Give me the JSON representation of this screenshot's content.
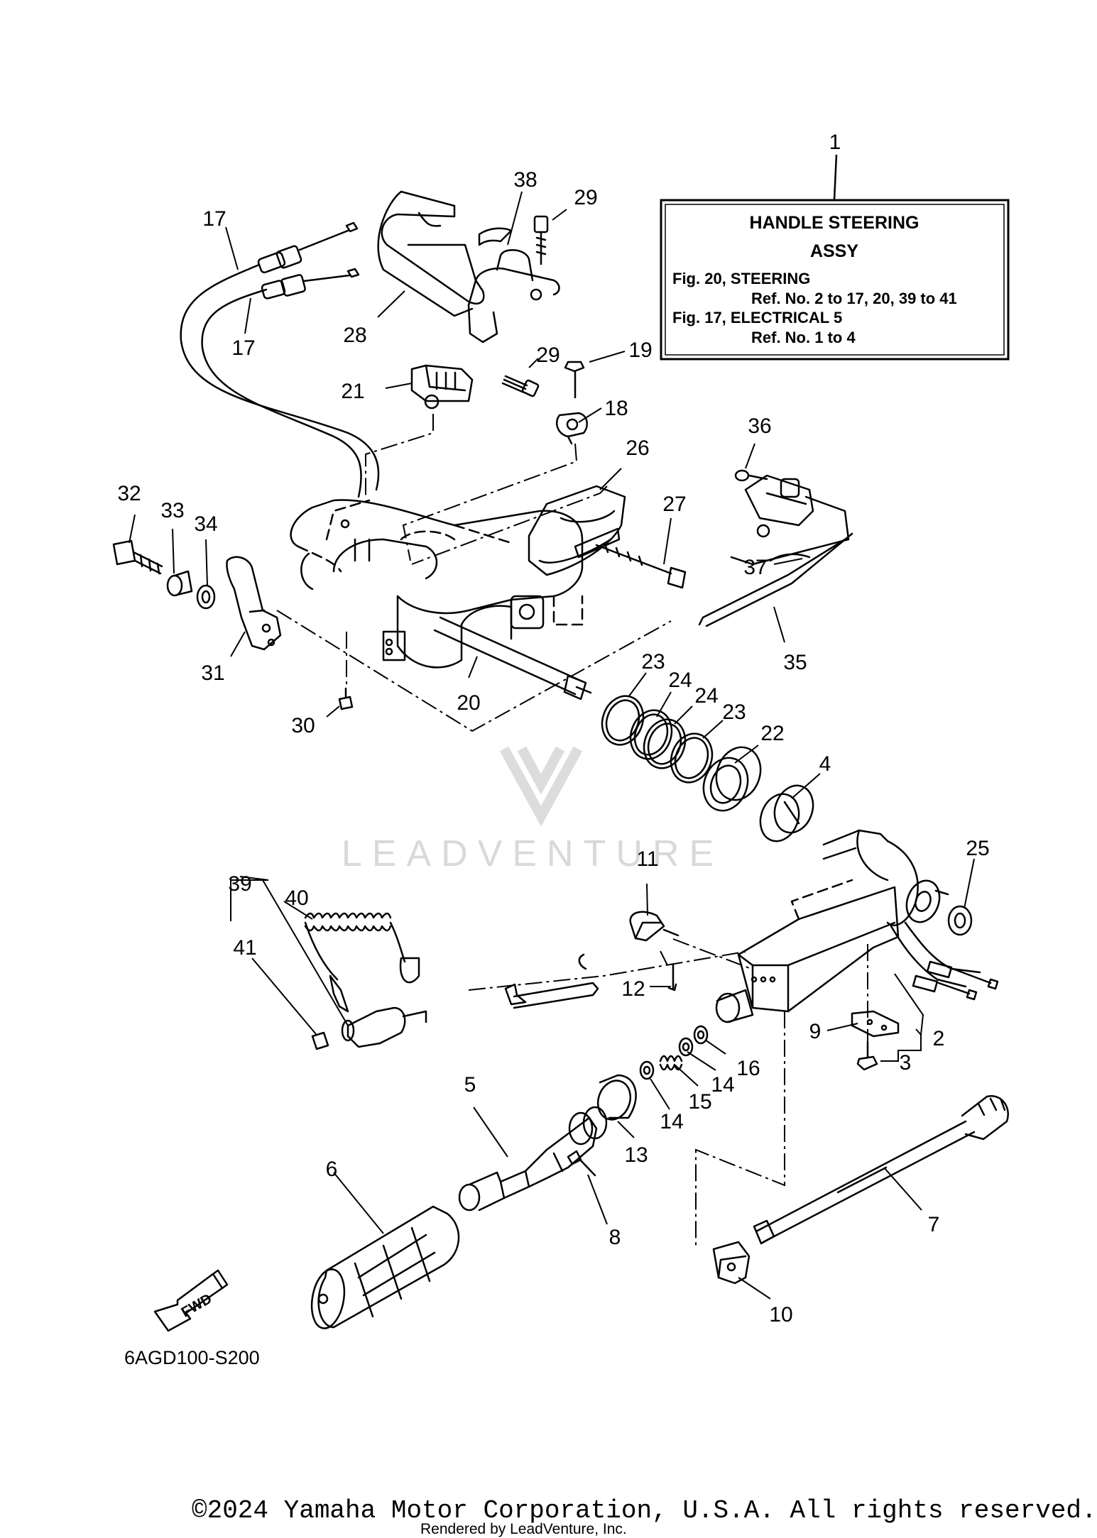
{
  "infobox": {
    "callout_number": "1",
    "title_line1": "HANDLE STEERING",
    "title_line2": "ASSY",
    "line1": "Fig. 20, STEERING",
    "line2": "Ref. No. 2 to 17, 20, 39 to 41",
    "line3": "Fig. 17, ELECTRICAL 5",
    "line4": "Ref. No. 1 to 4"
  },
  "callouts": {
    "c2": "2",
    "c3": "3",
    "c4": "4",
    "c5": "5",
    "c6": "6",
    "c7": "7",
    "c8": "8",
    "c9": "9",
    "c10": "10",
    "c11": "11",
    "c12": "12",
    "c13": "13",
    "c14a": "14",
    "c14b": "14",
    "c15": "15",
    "c16": "16",
    "c17a": "17",
    "c17b": "17",
    "c18": "18",
    "c19": "19",
    "c20": "20",
    "c21": "21",
    "c22": "22",
    "c23a": "23",
    "c23b": "23",
    "c24a": "24",
    "c24b": "24",
    "c25": "25",
    "c26": "26",
    "c27": "27",
    "c28": "28",
    "c29a": "29",
    "c29b": "29",
    "c30": "30",
    "c31": "31",
    "c32": "32",
    "c33": "33",
    "c34": "34",
    "c35": "35",
    "c36": "36",
    "c37": "37",
    "c38": "38",
    "c39": "39",
    "c40": "40",
    "c41": "41"
  },
  "fwd_label": "FWD",
  "diagram_code": "6AGD100-S200",
  "watermark": "LEADVENTURE",
  "copyright": "©2024 Yamaha Motor Corporation, U.S.A. All rights reserved.",
  "rendered_by": "Rendered by LeadVenture, Inc."
}
